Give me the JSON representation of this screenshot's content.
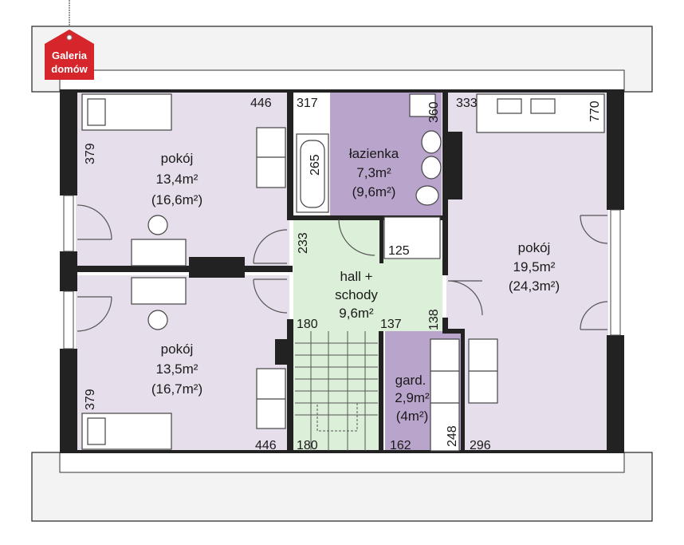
{
  "logo": {
    "line1": "Galeria",
    "line2": "domów"
  },
  "rooms": {
    "pokoj_nw": {
      "name": "pokój",
      "area": "13,4m²",
      "area_total": "(16,6m²)"
    },
    "pokoj_sw": {
      "name": "pokój",
      "area": "13,5m²",
      "area_total": "(16,7m²)"
    },
    "lazienka": {
      "name": "łazienka",
      "area": "7,3m²",
      "area_total": "(9,6m²)"
    },
    "hall": {
      "name_line1": "hall +",
      "name_line2": "schody",
      "area": "9,6m²"
    },
    "pokoj_e": {
      "name": "pokój",
      "area": "19,5m²",
      "area_total": "(24,3m²)"
    },
    "garderoba": {
      "name": "gard.",
      "area": "2,9m²",
      "area_total": "(4m²)"
    }
  },
  "dimensions": {
    "d446_top": "446",
    "d317": "317",
    "d333": "333",
    "d770": "770",
    "d379_top": "379",
    "d265": "265",
    "d360": "360",
    "d233": "233",
    "d125": "125",
    "d180_mid": "180",
    "d137": "137",
    "d138": "138",
    "d379_bottom": "379",
    "d446_bottom": "446",
    "d180_bottom": "180",
    "d162": "162",
    "d248": "248",
    "d296": "296"
  },
  "colors": {
    "room_lilac": "#e6deeb",
    "bath_purple": "#b9a4cc",
    "hall_green": "#dcefd8",
    "wall": "#222222",
    "logo_red": "#d7262b"
  }
}
